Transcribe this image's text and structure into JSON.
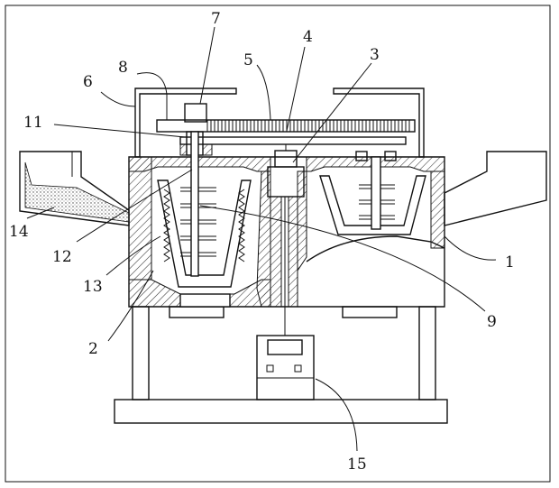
{
  "labels": {
    "l1": "1",
    "l2": "2",
    "l3": "3",
    "l4": "4",
    "l5": "5",
    "l6": "6",
    "l7": "7",
    "l8": "8",
    "l9": "9",
    "l11": "11",
    "l12": "12",
    "l13": "13",
    "l14": "14",
    "l15": "15"
  },
  "colors": {
    "line": "#111111",
    "hatch": "#333333",
    "background": "#ffffff"
  }
}
